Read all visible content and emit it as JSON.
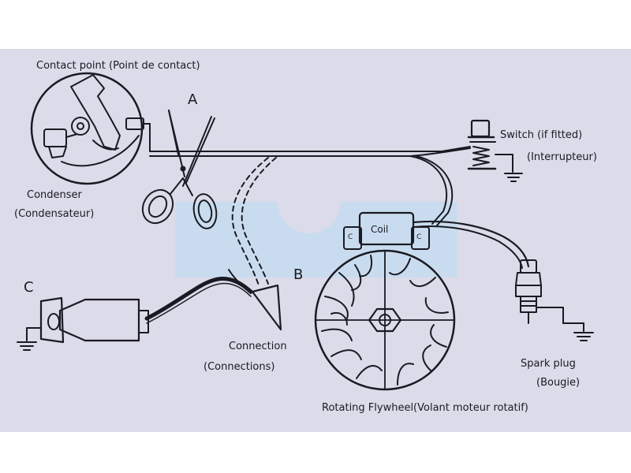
{
  "labels": {
    "contact_point": "Contact point (Point de contact)",
    "condenser_1": "Condenser",
    "condenser_2": "(Condensateur)",
    "switch_1": "Switch (if fitted)",
    "switch_2": "(Interrupteur)",
    "coil": "Coil",
    "coil_term_left": "C",
    "coil_term_right": "C",
    "connection_1": "Connection",
    "connection_2": "(Connections)",
    "spark_plug_1": "Spark plug",
    "spark_plug_2": "(Bougie)",
    "flywheel": "Rotating Flywheel(Volant moteur rotatif)"
  },
  "markers": {
    "a": "A",
    "b": "B",
    "c": "C"
  },
  "colors": {
    "paper": "#dcdbe9",
    "band": "#c9dcef",
    "ink": "#1a1a22"
  }
}
